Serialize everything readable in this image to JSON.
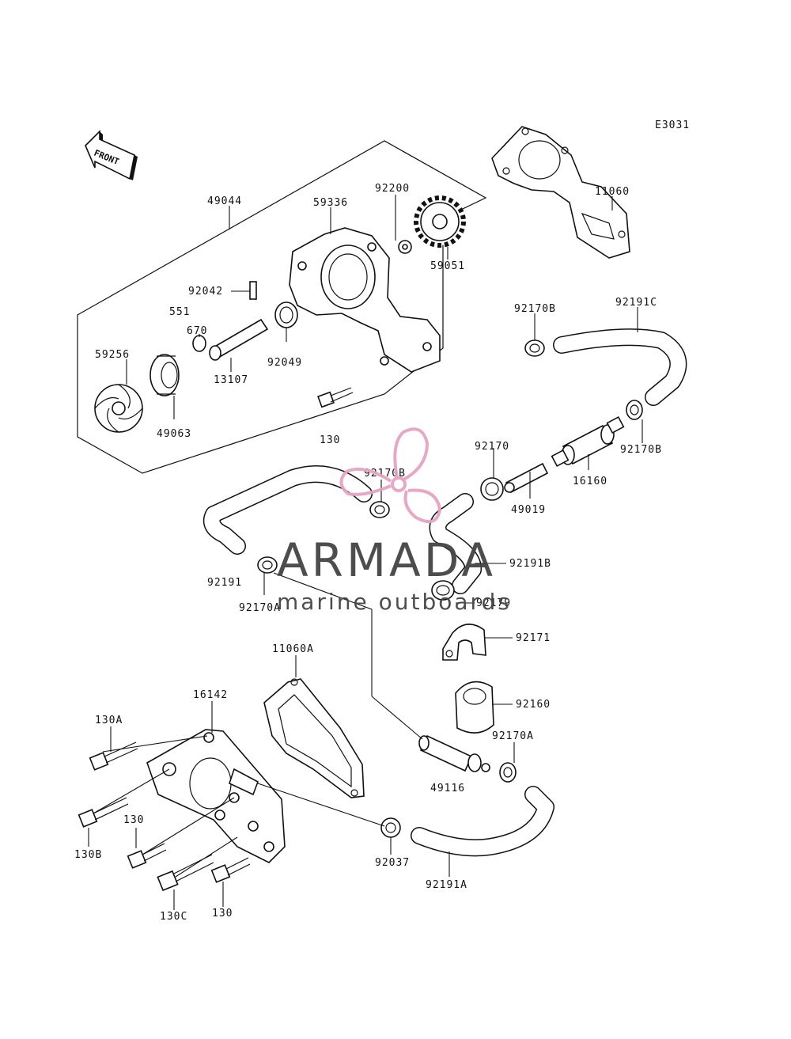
{
  "diagram": {
    "ref_code": "E3031",
    "front_label": "FRONT",
    "watermark": {
      "brand": "ARMADA",
      "tagline": "marine outboards",
      "color": "#e8a3c4"
    },
    "labels": {
      "p49044": "49044",
      "p59336": "59336",
      "p92200": "92200",
      "p11060": "11060",
      "p59051": "59051",
      "p92042": "92042",
      "p551": "551",
      "p670": "670",
      "p59256": "59256",
      "p92049": "92049",
      "p13107": "13107",
      "p49063": "49063",
      "p92170B_top": "92170B",
      "p92191C": "92191C",
      "p130_mid": "130",
      "p92170": "92170",
      "p92170B_mid": "92170B",
      "p92170B_right": "92170B",
      "p16160": "16160",
      "p49019": "49019",
      "p92191B": "92191B",
      "p92191": "92191",
      "p92170A_left": "92170A",
      "p92179": "92179",
      "p92171": "92171",
      "p11060A": "11060A",
      "p92160": "92160",
      "p16142": "16142",
      "p130A": "130A",
      "p92170A_right": "92170A",
      "p49116": "49116",
      "p130_low": "130",
      "p130B": "130B",
      "p92037": "92037",
      "p92191A": "92191A",
      "p130C": "130C",
      "p130_bottom": "130"
    }
  }
}
